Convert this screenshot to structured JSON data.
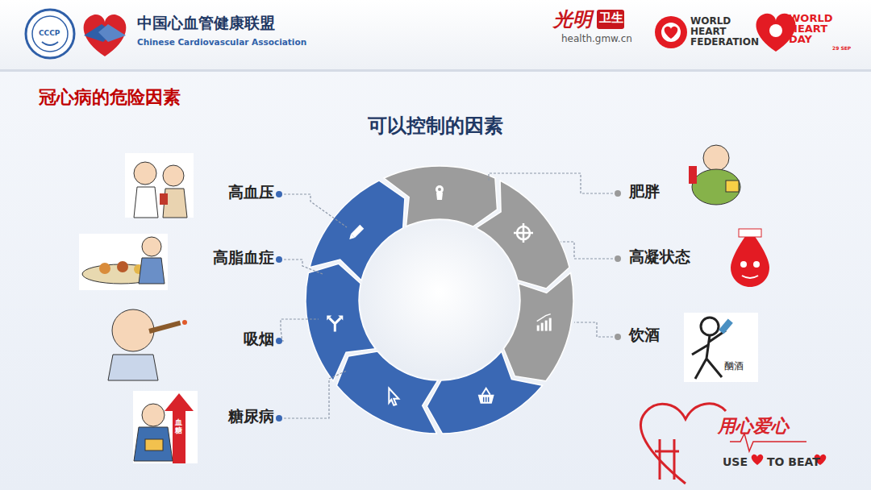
{
  "diagram": {
    "title": "冠心病的危险因素",
    "labels": [
      "CCCP",
      "中国心血管健康联盟",
      "Chinese Cardiovascular Association",
      "光明",
      "卫生",
      "health.gmw.cn",
      "WORLD HEART FEDERATION",
      "WORLD HEART DAY",
      "29 SEP",
      "可以控制的因素",
      "高血压",
      "高脂血症",
      "吸烟",
      "糖尿病",
      "肥胖",
      "高凝状态",
      "饮酒",
      "血糖",
      "酗酒",
      "用心爱心",
      "USE",
      "TO BEAT"
    ]
  }
}
